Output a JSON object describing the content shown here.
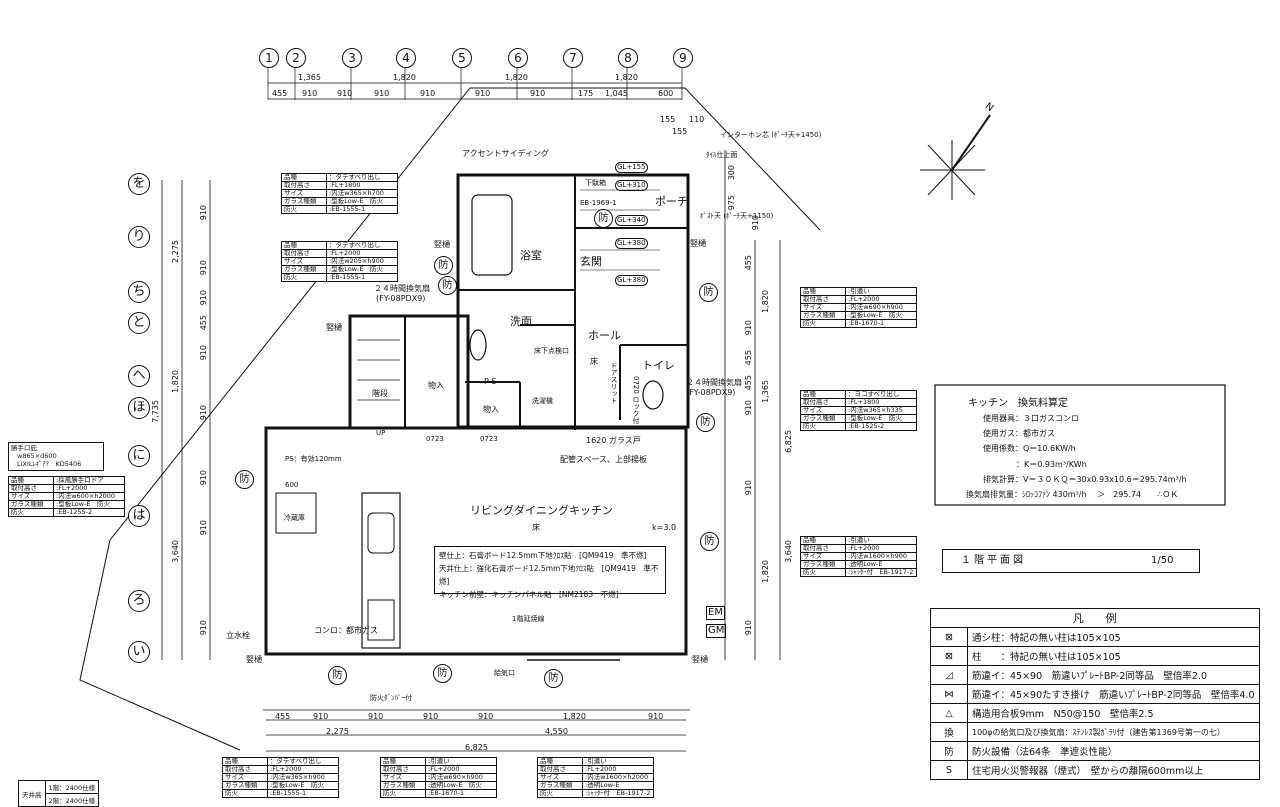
{
  "grid_columns": [
    "1",
    "2",
    "3",
    "4",
    "5",
    "6",
    "7",
    "8",
    "9"
  ],
  "grid_rows": [
    "を",
    "り",
    "ち",
    "と",
    "へ",
    "ほ",
    "に",
    "は",
    "ろ",
    "い"
  ],
  "top_dims_major": [
    "1,365",
    "1,820",
    "1,820",
    "1,820"
  ],
  "top_dims_minor": [
    "455",
    "910",
    "910",
    "910",
    "910",
    "910",
    "910",
    "175",
    "1,045",
    "600"
  ],
  "top_small_dims": [
    "155",
    "155",
    "110"
  ],
  "bottom_dims_minor": [
    "455",
    "910",
    "910",
    "910",
    "910",
    "1,820",
    "910"
  ],
  "bottom_dims_mid": [
    "2,275",
    "4,550"
  ],
  "bottom_dims_total": "6,825",
  "left_dims": [
    "910",
    "910",
    "2,275",
    "910",
    "455",
    "910",
    "1,820",
    "910",
    "7,735",
    "910",
    "3,640",
    "910",
    "910"
  ],
  "right_dims": [
    "300",
    "975",
    "910",
    "455",
    "910",
    "1,820",
    "455",
    "455",
    "910",
    "1,365",
    "6,825",
    "910",
    "1,820",
    "3,640",
    "910"
  ],
  "rooms": {
    "bath": "浴室",
    "washroom": "洗面",
    "entrance": "玄関",
    "hall": "ホール",
    "toilet": "トイレ",
    "storage1": "物入",
    "storage2": "物入",
    "stairs": "階段",
    "ldk": "リビングダイニングキッチン",
    "floor_ldk": "床",
    "floor_hall": "床",
    "ps": "P S",
    "porch": "ポーチ"
  },
  "annotations": {
    "accent_siding": "アクセントサイディング",
    "intercom": "インターホン芯 (ﾎﾟｰﾁ天+1450)",
    "tile_finish": "ﾀｲﾙ仕上面",
    "post": "ﾎﾟｽﾄ天 (ﾎﾟｰﾁ天+1150)",
    "vent_fan_1": "２４時間換気扇",
    "vent_fan_1_model": "(FY-08PDX9)",
    "vent_fan_2": "２４時間換気扇",
    "vent_fan_2_model": "(FY-08PDX9)",
    "pipe_space": "配管スペース、上部揚板",
    "glass_door": "1620 ガラス戸",
    "ps_effective": "PS：有効120mm",
    "stove": "コンロ：都市ガス",
    "faucet": "立水栓",
    "fire_spread_line": "1階延焼線",
    "air_inlet": "給気口",
    "fire_damper": "防火ﾀﾞﾝﾊﾟｰ付",
    "k_value": "k=3.0",
    "downspout_1": "竪樋",
    "downspout_2": "竪樋",
    "downspout_3": "竪樋",
    "downspout_4": "竪樋",
    "downspout_5": "竪樋",
    "fridge": "冷蔵庫",
    "up": "UP",
    "door_0723_1": "0723",
    "door_0723_2": "0723",
    "door_0720": "0720 ロック付",
    "underfloor_hatch": "床下点検口",
    "storage_sink": "洗濯機",
    "dim_600": "600",
    "em": "EM",
    "gm": "GM",
    "gl_155": "GL+155",
    "gl_310": "GL+310",
    "gl_340": "GL+340",
    "gl_380_1": "GL+380",
    "gl_380_2": "GL+380",
    "shoe_box": "下駄箱",
    "eb_door": "EB-1969-1",
    "slit": "ドアスリット"
  },
  "finish_note": [
    "壁仕上：石膏ボード12.5mm下地ｸﾛｽ貼　[QM9419　準不燃]",
    "天井仕上：強化石膏ボード12.5mm下地ｸﾛｽ貼　[QM9419　準不燃]",
    "キッチン前壁：キッチンパネル貼　[NM2183　不燃]"
  ],
  "fire_mark": "防",
  "vent_mark": "換",
  "spec_labels": [
    "品種",
    "取付高さ",
    "サイズ",
    "ガラス種類",
    "防火"
  ],
  "window_specs": [
    {
      "id": "w-top-left-1",
      "values": [
        "：タテすべり出し",
        ":FL+1800",
        ":内法w365×h700",
        ":型板Low-E　防火",
        ":EB-1555-1"
      ]
    },
    {
      "id": "w-top-left-2",
      "values": [
        "：タテすべり出し",
        ":FL+2000",
        ":内法w205×h900",
        ":型板Low-E　防火",
        ":EB-1555-1"
      ]
    },
    {
      "id": "w-right-1",
      "values": [
        ":引違い",
        ":FL+2000",
        ":内法w690×h900",
        ":型板Low-E　防火",
        ":EB-1670-1"
      ]
    },
    {
      "id": "w-right-2",
      "values": [
        "：ヨコすべり出し",
        ":FL+1800",
        ":内法w365×h335",
        ":型板Low-E　防火",
        ":EB-1525-2"
      ]
    },
    {
      "id": "w-right-3",
      "values": [
        ":引違い",
        ":FL+2000",
        ":内法w1600×h900",
        ":透明Low-E",
        ":ｼｬｯﾀｰ付　EB-1917-2"
      ]
    },
    {
      "id": "d-left-1",
      "values": [
        ":採風勝手口ドア",
        ":FL+2000",
        ":内法w600×h2000",
        ":型板Low-E　防火",
        ":EB-1255-2"
      ]
    },
    {
      "id": "w-bottom-1",
      "values": [
        "：タテすべり出し",
        ":FL+2000",
        ":内法w365×h900",
        ":型板Low-E　防火",
        ":EB-1555-1"
      ]
    },
    {
      "id": "w-bottom-2",
      "values": [
        ":引違い",
        ":FL+2000",
        ":内法w690×h900",
        ":透明Low-E　防火",
        ":EB-1670-1"
      ]
    },
    {
      "id": "w-bottom-3",
      "values": [
        ":引違い",
        ":FL+2000",
        ":内法w1600×h2000",
        ":透明Low-E",
        ":ｼｬｯﾀｰ付　EB-1917-2"
      ]
    }
  ],
  "canopy_note": [
    "勝手口庇",
    "w865×d600",
    "LIXILﾚｷﾞｱ?　KD5406"
  ],
  "ventilation_calc": {
    "title": "キッチン　換気料算定",
    "rows": [
      "使用器具：３口ガスコンロ",
      "使用ガス：都市ガス",
      "使用係数：Q＝10.6KW/h",
      "：K＝0.93m³/KWh",
      "排気計算：V＝３０ＫＱ＝30x0.93x10.6＝295.74m³/h",
      "換気扇排気量：ｼﾛｯｺﾌｧﾝ 430m³/h　 ＞　295.74　　∴ＯＫ"
    ]
  },
  "title_block": {
    "title": "１階平面図",
    "scale": "1/50"
  },
  "legend": {
    "title": "凡　　例",
    "items": [
      {
        "symbol": "⊠",
        "text": "通シ柱：特記の無い柱は105×105"
      },
      {
        "symbol": "⊠",
        "text": "柱　　：特記の無い柱は105×105"
      },
      {
        "symbol": "◿",
        "text": "筋違イ：45×90　筋違いﾌﾟﾚｰﾄBP-2同等品　壁倍率2.0"
      },
      {
        "symbol": "⋈",
        "text": "筋違イ：45×90たすき掛け　筋違いﾌﾟﾚｰﾄBP-2同等品　壁倍率4.0"
      },
      {
        "symbol": "△",
        "text": "構造用合板9mm　N50@150　壁倍率2.5"
      },
      {
        "symbol": "換",
        "text": "100φの給気口及び換気扇：ｽﾃﾝﾚｽ製ｶﾞﾗﾘ付（建告第1369号第一の七）"
      },
      {
        "symbol": "防",
        "text": "防火設備（法64条　準遮炎性能）"
      },
      {
        "symbol": "S",
        "text": "住宅用火災警報器（煙式）　壁からの離隔600mm以上"
      }
    ]
  },
  "ceiling_table": {
    "label": "天井高",
    "rows": [
      "1階：2400仕様",
      "2階：2400仕様"
    ]
  },
  "north_label": "N"
}
